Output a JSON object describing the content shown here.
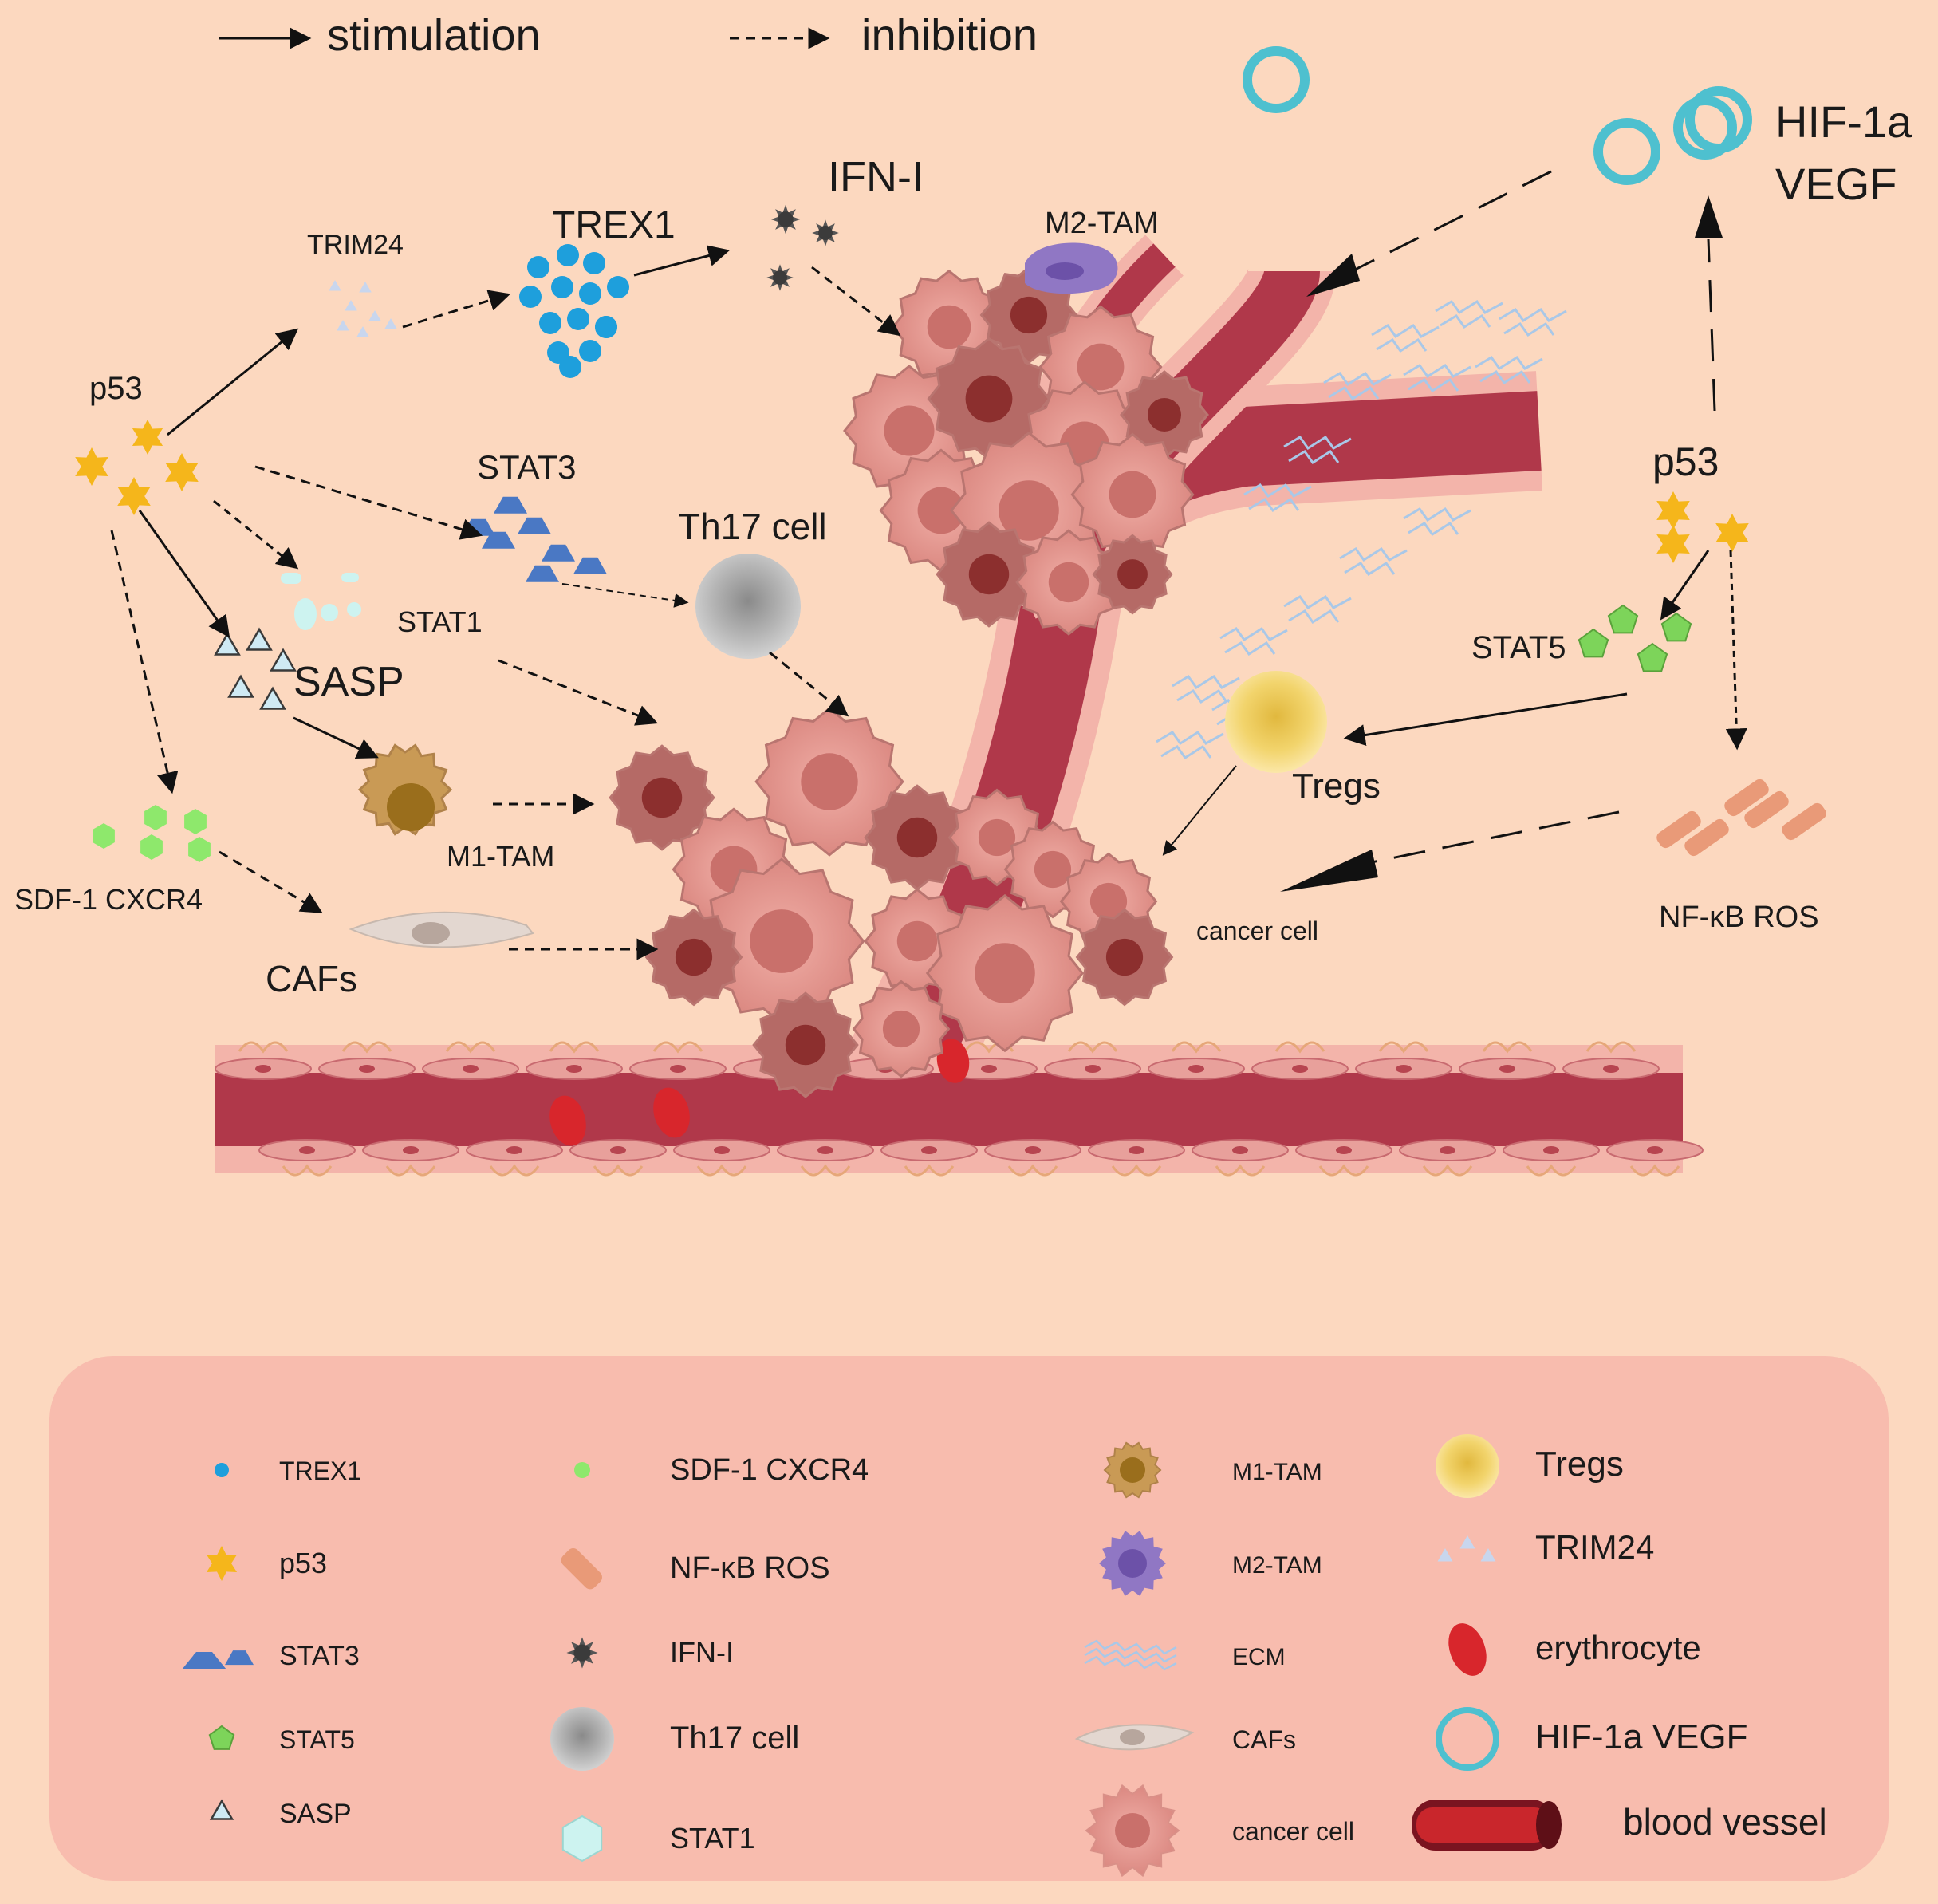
{
  "key": {
    "stimulation": "stimulation",
    "inhibition": "inhibition"
  },
  "labels": {
    "p53_left": "p53",
    "trim24": "TRIM24",
    "trex1": "TREX1",
    "ifn": "IFN-I",
    "m2tam": "M2-TAM",
    "hif": "HIF-1a",
    "vegf": "VEGF",
    "stat3": "STAT3",
    "th17": "Th17 cell",
    "stat1": "STAT1",
    "sasp": "SASP",
    "m1tam": "M1-TAM",
    "sdf": "SDF-1 CXCR4",
    "cafs": "CAFs",
    "p53_right": "p53",
    "stat5": "STAT5",
    "tregs": "Tregs",
    "cancer": "cancer cell",
    "nfkb": "NF-κB ROS"
  },
  "legend": {
    "items": [
      {
        "icon": "dot",
        "label": "TREX1"
      },
      {
        "icon": "star",
        "label": "p53"
      },
      {
        "icon": "trapezoid",
        "label": "STAT3"
      },
      {
        "icon": "pentagon",
        "label": "STAT5"
      },
      {
        "icon": "triangle",
        "label": "SASP"
      },
      {
        "icon": "green-dot",
        "label": "SDF-1 CXCR4"
      },
      {
        "icon": "rods",
        "label": "NF-κB ROS"
      },
      {
        "icon": "spiky",
        "label": "IFN-I"
      },
      {
        "icon": "th17",
        "label": "Th17 cell"
      },
      {
        "icon": "hexagon",
        "label": "STAT1"
      },
      {
        "icon": "m1",
        "label": "M1-TAM"
      },
      {
        "icon": "m2",
        "label": "M2-TAM"
      },
      {
        "icon": "ecm",
        "label": "ECM"
      },
      {
        "icon": "caf",
        "label": "CAFs"
      },
      {
        "icon": "cancer",
        "label": "cancer cell"
      },
      {
        "icon": "treg",
        "label": "Tregs"
      },
      {
        "icon": "trim",
        "label": "TRIM24"
      },
      {
        "icon": "rbc",
        "label": "erythrocyte"
      },
      {
        "icon": "ring",
        "label": "HIF-1a VEGF"
      },
      {
        "icon": "vessel",
        "label": "blood vessel"
      }
    ]
  },
  "colors": {
    "background": "#fcd8bf",
    "legend_bg": "#f8bcae",
    "trex1": "#1e9fdc",
    "p53": "#f5b61b",
    "stat3": "#4a78c4",
    "stat5": "#7dd45a",
    "sasp": "#cfeaf4",
    "sdf": "#8ee86c",
    "nfkb": "#e99a78",
    "ifn": "#555555",
    "th17": "#b9b9b9",
    "stat1": "#cdf3f0",
    "m1": "#c99a55",
    "m2": "#9077c4",
    "ecm": "#a9c8e8",
    "caf": "#e3d7d0",
    "cancer": "#e59a93",
    "treg": "#f2d46c",
    "trim24": "#c8d6ee",
    "rbc": "#d8262c",
    "ring": "#4ec0cf",
    "vessel": "#b0384a"
  }
}
